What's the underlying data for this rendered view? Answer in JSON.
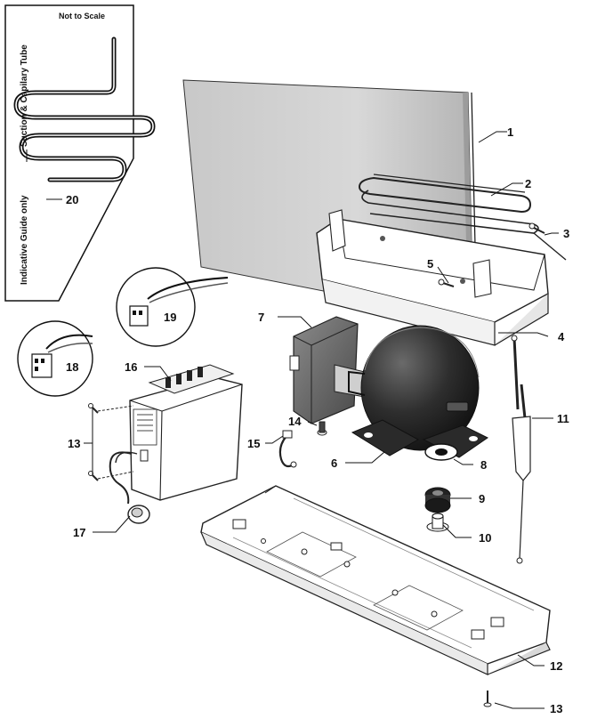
{
  "guide": {
    "not_to_scale": "Not to Scale",
    "tube_label": "Suction & Capilary Tube",
    "indicative": "Indicative Guide only"
  },
  "parts": [
    {
      "key": "p1",
      "label": "1"
    },
    {
      "key": "p2",
      "label": "2"
    },
    {
      "key": "p3",
      "label": "3"
    },
    {
      "key": "p4",
      "label": "4"
    },
    {
      "key": "p5",
      "label": "5"
    },
    {
      "key": "p6",
      "label": "6"
    },
    {
      "key": "p7",
      "label": "7"
    },
    {
      "key": "p8",
      "label": "8"
    },
    {
      "key": "p9",
      "label": "9"
    },
    {
      "key": "p10",
      "label": "10"
    },
    {
      "key": "p11",
      "label": "11"
    },
    {
      "key": "p12",
      "label": "12"
    },
    {
      "key": "p13a",
      "label": "13"
    },
    {
      "key": "p13b",
      "label": "13"
    },
    {
      "key": "p14",
      "label": "14"
    },
    {
      "key": "p15",
      "label": "15"
    },
    {
      "key": "p16",
      "label": "16"
    },
    {
      "key": "p17",
      "label": "17"
    },
    {
      "key": "p18",
      "label": "18"
    },
    {
      "key": "p19",
      "label": "19"
    },
    {
      "key": "p20",
      "label": "20"
    }
  ]
}
